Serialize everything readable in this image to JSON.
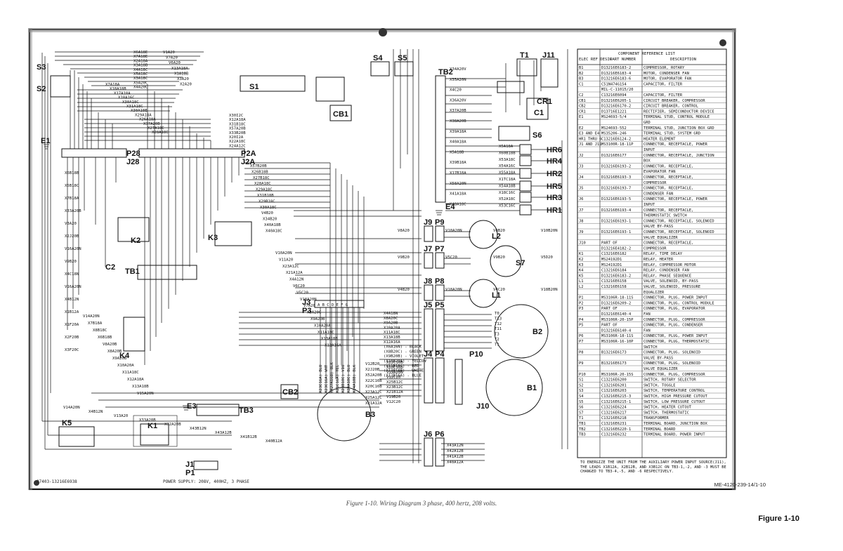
{
  "caption": "Figure 1-10. Wiring Diagram 3 phase, 400 hertz, 208 volts.",
  "figure_label": "Figure 1-10",
  "me_id": "ME-4120-239-14/1-10",
  "drawing_number": "97403-13216E6938",
  "power_supply": "POWER SUPPLY: 208V, 400HZ, 3 PHASE",
  "note": "TO ENERGIZE THE UNIT FROM THE AUXILIARY POWER INPUT SOURCE(J11), THE LEADS X1B12A, X2B12B, AND X3B12C ON TB3-1,-2, AND -3 MUST BE CHANGED TO TB3-4,-5, AND -6 RESPECTIVELY.",
  "components": {
    "S3": "S3",
    "S2": "S2",
    "S1": "S1",
    "E1": "E1",
    "P28": "P28",
    "J28": "J28",
    "P2A": "P2A",
    "J2A": "J2A",
    "K2": "K2",
    "K3": "K3",
    "TB1": "TB1",
    "C2": "C2",
    "K4": "K4",
    "E3": "E3",
    "TB3": "TB3",
    "K5": "K5",
    "K1": "K1",
    "CB1": "CB1",
    "CB2": "CB2",
    "J1": "J1",
    "P1": "P1",
    "S4": "S4",
    "S5": "S5",
    "TB2": "TB2",
    "T1": "T1",
    "J11": "J11",
    "CR1": "CR1",
    "C1": "C1",
    "S6": "S6",
    "HR6": "HR6",
    "HR4": "HR4",
    "HR2": "HR2",
    "HR5": "HR5",
    "HR3": "HR3",
    "HR1": "HR1",
    "E4": "E4",
    "J9": "J9",
    "P9": "P9",
    "J7": "J7",
    "P7": "P7",
    "J8": "J8",
    "P8": "P8",
    "J5": "J5",
    "P5": "P5",
    "J4": "J4",
    "P4": "P4",
    "J6": "J6",
    "P6": "P6",
    "P10": "P10",
    "J10": "J10",
    "J3": "J3",
    "P3": "P3",
    "L2": "L2",
    "S7": "S7",
    "L1": "L1",
    "B2": "B2",
    "B1": "B1",
    "B3": "B3"
  },
  "s3_wires": [
    "X6A18E",
    "X7A18E",
    "X2A18A",
    "X3A18B",
    "X4A18C",
    "X5A18C",
    "X3A18C",
    "X5A20C",
    "X4A20C"
  ],
  "top_wires": [
    "V1A20",
    "V7A20",
    "V6A20",
    "X13A18A",
    "X1A18B",
    "X3A20",
    "X2A20"
  ],
  "s1_wires": [
    "X7A18A",
    "X18A18B",
    "X17A18A",
    "X18A16C",
    "X30A18C",
    "X31A18C",
    "X30A18E",
    "X29A18A",
    "X26A18A",
    "X37A20B",
    "X27A18C",
    "X28A18C"
  ],
  "mid_wires": [
    "X30I2C",
    "X12A18A",
    "X31B18C",
    "X57A20B",
    "X33B20B",
    "X20I2A",
    "X22A18C",
    "X24A12C"
  ],
  "p2a_wires": [
    "X57B20B",
    "X26B18B",
    "X27B18C",
    "X28A18C",
    "X29A18C",
    "X31B18B",
    "X29B18C",
    "X30A18C",
    "V4B20",
    "X34B20",
    "X40A18B",
    "X40A18C"
  ],
  "left_wires": [
    "X6B18B",
    "X5B18C",
    "X7B18A",
    "X33A20B",
    "V3A20",
    "X2J20B",
    "V16A20N",
    "V9B20",
    "X4C18N",
    "V16A20N",
    "X4B12N",
    "X1B12A",
    "X1F20A",
    "X2F20B",
    "X3F20C"
  ],
  "k4_wires": [
    "V14A20N",
    "X7B18A",
    "X8B18C",
    "X6B18B",
    "V8A20B",
    "X8A20B",
    "X9A20B",
    "X10A20A",
    "X11A18C",
    "X12A18A",
    "X13A18B",
    "V15A20N"
  ],
  "center_wires": [
    "V10A20N",
    "V11A20",
    "X23A12C",
    "X21A12A",
    "X4A12N",
    "V6C20",
    "V5C20",
    "V18A20N",
    "V7A20",
    "X8A20C",
    "X9A20B",
    "X10A20A",
    "X11A18C",
    "X13A18B",
    "X12A16A"
  ],
  "b3_wires": [
    "V12B20",
    "X2J20B",
    "X52A20B",
    "X22C16B",
    "X20C16B",
    "X23A12C",
    "X25A12C",
    "X21A12A"
  ],
  "bottom_wires": [
    "V14A20N",
    "X4B12N",
    "V13A20",
    "X33A20B",
    "X32A20B",
    "X43B12N",
    "X43A12B",
    "X41B12B",
    "X40B12A"
  ],
  "tb2_wires": [
    "X34A20V",
    "X35A20N",
    "X4C20",
    "X36A20V",
    "X37A20B",
    "X38A20B",
    "X39A18A",
    "X40A18A",
    "X5A18B",
    "X39B18A",
    "X17B18A",
    "X58A20N",
    "X41A18A",
    "X48A18C"
  ],
  "hr_wires": [
    "X5A18A",
    "X60B18B",
    "X53A18C",
    "X54A16C",
    "X55A18A",
    "X1TC18A",
    "X54A18B",
    "X18C16C",
    "X52A18C",
    "X53C16C"
  ],
  "j9_wires": [
    "V8A20",
    "V10A20N",
    "V8B20",
    "V10B20N"
  ],
  "j7_wires": [
    "V9B20",
    "V5C20",
    "V9B20",
    "V5D20"
  ],
  "j8_wires": [
    "V4B20",
    "V18A20N",
    "V4C20",
    "V18B20N"
  ],
  "b2_wires": [
    "X4A18N",
    "X8A20C",
    "X9A20B",
    "X10A20A",
    "X11A18C",
    "X13A18B",
    "X12A16A",
    "(X6A16N) - BLACK",
    "(X8B20C) - GREEN",
    "(X9B20B) - VIOLET",
    "(X10B20A) - YELLOW",
    "(X11B18C) - RED",
    "(X13B18B) - WHITE",
    "(X12B16A) - BLUE"
  ],
  "b2_terms": [
    "T0",
    "T13",
    "T12",
    "T11",
    "T3",
    "T2",
    "T1"
  ],
  "b1_wires": [
    "X22C16B",
    "X20C16B",
    "V19A20N",
    "V12C20",
    "X25B12C",
    "X23B12C",
    "X21B12A",
    "V19B20",
    "V12C20"
  ],
  "p6_wires": [
    "X43A12N",
    "X42A12B",
    "X41A12B",
    "X40A12A"
  ],
  "j3_pins": "A B C D E F G",
  "b3_leads": [
    "X23C16A) BLU",
    "X23C16A) WHT",
    "(X27A16B) BLK",
    "X21C16A) YEL",
    "X23B18C) VIO",
    "X24A18C) BLU",
    "X24A18B) BLK"
  ],
  "table_header": {
    "title": "COMPONENT REFERENCE LIST",
    "col1": "ELEC REF DESIG",
    "col2": "PART NUMBER",
    "col3": "DESCRIPTION"
  },
  "table_rows": [
    [
      "B1",
      "D13216E6183-2",
      "COMPRESSOR, ROTARY"
    ],
    [
      "B2",
      "D13216E6183-4",
      "MOTOR, CONDENSER FAN"
    ],
    [
      "B3",
      "D13216E6183-6",
      "MOTOR, EVAPORATOR FAN"
    ],
    [
      "C1",
      "C51N474G154",
      "CAPACITOR, FILTER"
    ],
    [
      "",
      "MIL-C-11015/20",
      ""
    ],
    [
      "C2",
      "C13216E6094",
      "CAPACITOR, FILTER"
    ],
    [
      "CB1",
      "D13216E6205-1",
      "CIRCUIT BREAKER, COMPRESSOR"
    ],
    [
      "CB2",
      "D13216E6170-2",
      "CIRCUIT BREAKER, CONTROL"
    ],
    [
      "CR1",
      "D13716E1221",
      "RECTIFIER, SEMICONDUCTOR DEVICE"
    ],
    [
      "E1",
      "MS24693-5/4",
      "TERMINAL STUD, CONTROL MODULE"
    ],
    [
      "",
      "",
      "GRD"
    ],
    [
      "E2",
      "MS24693-552",
      "TERMINAL STUD, JUNCTION BOX GRD"
    ],
    [
      "E3 AND E4",
      "MS35206-246",
      "TERMINAL STUD, SYSTEM GRD"
    ],
    [
      "HR1 THRU 6",
      "C13216E6124-2",
      "HEATER ELEMENT"
    ],
    [
      "J1 AND J11",
      "MS3100R-18-11P",
      "CONNECTOR, RECEPTACLE, POWER"
    ],
    [
      "",
      "",
      "INPUT"
    ],
    [
      "J2",
      "D13216E6177",
      "CONNECTOR, RECEPTACLE, JUNCTION"
    ],
    [
      "",
      "",
      "BOX"
    ],
    [
      "J3",
      "D13216E6193-2",
      "CONNECTOR, RECEPTACLE,"
    ],
    [
      "",
      "",
      "EVAPORATOR FAN"
    ],
    [
      "J4",
      "D13216E6193-3",
      "CONNECTOR, RECEPTACLE,"
    ],
    [
      "",
      "",
      "COMPRESSOR"
    ],
    [
      "J5",
      "D13216E6193-7",
      "CONNECTOR, RECEPTACLE,"
    ],
    [
      "",
      "",
      "CONDENSER FAN"
    ],
    [
      "J6",
      "D13216E6193-5",
      "CONNECTOR, RECEPTACLE, POWER"
    ],
    [
      "",
      "",
      "INPUT"
    ],
    [
      "J7",
      "D13216E6193-4",
      "CONNECTOR, RECEPTACLE,"
    ],
    [
      "",
      "",
      "THERMOSTATIC SWITCH"
    ],
    [
      "J8",
      "D13216E6193-1",
      "CONNECTOR, RECEPTACLE, SOLENOID"
    ],
    [
      "",
      "",
      "VALVE BY-PASS"
    ],
    [
      "J9",
      "D13216E6193-1",
      "CONNECTOR, RECEPTACLE, SOLENOID"
    ],
    [
      "",
      "",
      "VALVE EQUALIZER"
    ],
    [
      "J10",
      "PART OF",
      "CONNECTOR, RECEPTACLE,"
    ],
    [
      "",
      "D13216E4182-2",
      "COMPRESSOR"
    ],
    [
      "K1",
      "C13216E6182",
      "RELAY, TIME DELAY"
    ],
    [
      "K2",
      "MS24192D1",
      "RELAY, HEATER"
    ],
    [
      "K3",
      "MS24192D1",
      "RELAY, COMPRESSOR MOTOR"
    ],
    [
      "K4",
      "C13216E6184",
      "RELAY, CONDENSER FAN"
    ],
    [
      "K5",
      "D13216E6183-2",
      "RELAY, PHASE SEQUENCE"
    ],
    [
      "L1",
      "C13216E6158",
      "VALVE, SOLENOID, BY-PASS"
    ],
    [
      "L2",
      "C13216E6158",
      "VALVE, SOLENOID, PRESSURE"
    ],
    [
      "",
      "",
      "EQUALIZER"
    ],
    [
      "P1",
      "MS3106R-18-11S",
      "CONNECTOR, PLUG, POWER INPUT"
    ],
    [
      "P2",
      "D13216E6209-2",
      "CONNECTOR, PLUG, CONTROL MODULE"
    ],
    [
      "P3",
      "PART OF",
      "CONNECTOR, PLUG, EVAPORATOR"
    ],
    [
      "",
      "D13216E6140-4",
      "FAN"
    ],
    [
      "P4",
      "MS3106R-20-15P",
      "CONNECTOR, PLUG, COMPRESSOR"
    ],
    [
      "P5",
      "PART OF",
      "CONNECTOR, PLUG, CONDENSER"
    ],
    [
      "",
      "D13216E6140-4",
      "FAN"
    ],
    [
      "P6",
      "MS3106R-18-11S",
      "CONNECTOR, PLUG, POWER INPUT"
    ],
    [
      "P7",
      "MS3106R-16-10P",
      "CONNECTOR, PLUG, THERMOSTATIC"
    ],
    [
      "",
      "",
      "SWITCH"
    ],
    [
      "P8",
      "B13216E6173",
      "CONNECTOR, PLUG, SOLENOID"
    ],
    [
      "",
      "",
      "VALVE BY-PASS"
    ],
    [
      "P9",
      "B13216E6173",
      "CONNECTOR, PLUG, SOLENOID"
    ],
    [
      "",
      "",
      "VALVE EQUALIZER"
    ],
    [
      "P10",
      "MS3106R-20-15S",
      "CONNECTOR, PLUG, COMPRESSOR"
    ],
    [
      "S1",
      "C13216E6200",
      "SWITCH, ROTARY SELECTOR"
    ],
    [
      "S2",
      "C13216E6201",
      "SWITCH, TOGGLE"
    ],
    [
      "S3",
      "C13216E6203",
      "SWITCH, TEMPERATURE CONTROL"
    ],
    [
      "S4",
      "C13216E6215-3",
      "SWITCH, HIGH PRESSURE CUTOUT"
    ],
    [
      "S5",
      "C13216E6215-1",
      "SWITCH, LOW PRESSURE CUTOUT"
    ],
    [
      "S6",
      "C13216E6224",
      "SWITCH, HEATER CUTOUT"
    ],
    [
      "S7",
      "C13216E6217",
      "SWITCH, THERMOSTATIC"
    ],
    [
      "T1",
      "C13216E6218",
      "TRANSFORMER"
    ],
    [
      "TB1",
      "C13216E6231",
      "TERMINAL BOARD, JUNCTION BOX"
    ],
    [
      "TB2",
      "C13216E6220-1",
      "TERMINAL BOARD"
    ],
    [
      "TB3",
      "C13216E6232",
      "TERMINAL BOARD, POWER INPUT"
    ]
  ]
}
